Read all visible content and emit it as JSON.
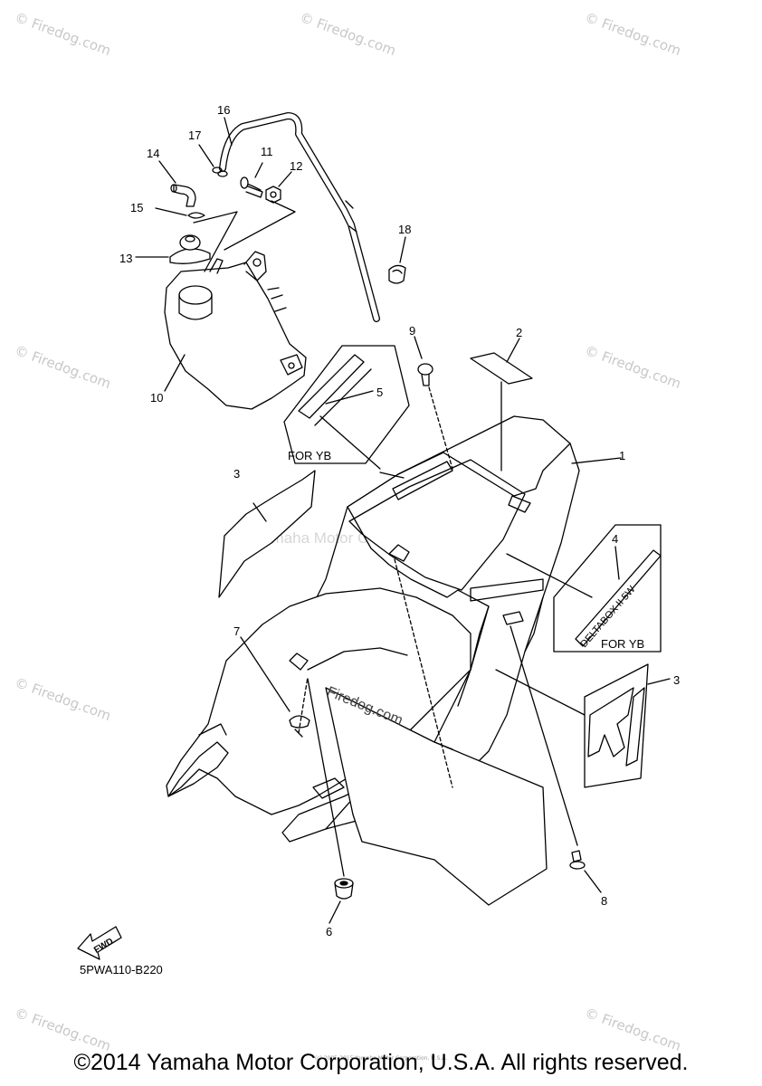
{
  "watermarks": {
    "text": "© Firedog.com",
    "count": 8
  },
  "callouts": {
    "c1": "1",
    "c2": "2",
    "c3a": "3",
    "c3b": "3",
    "c4": "4",
    "c5": "5",
    "c6": "6",
    "c7": "7",
    "c8": "8",
    "c9": "9",
    "c10": "10",
    "c11": "11",
    "c12": "12",
    "c13": "13",
    "c14": "14",
    "c15": "15",
    "c16": "16",
    "c17": "17",
    "c18": "18"
  },
  "notes": {
    "for_yb_1": "FOR YB",
    "for_yb_2": "FOR YB",
    "fwd": "FWD"
  },
  "center_watermark": "Yamaha Motor Corp, U.S.A.",
  "site_watermark": "Firedog.com",
  "decal_text": "DELTABOX II 5W",
  "diagram_code": "5PWA110-B220",
  "footer": {
    "fine_print": "(c) 2005-2015 Yamaha Motor Corporation, U.S.A.",
    "copyright": "©2014 Yamaha Motor Corporation, U.S.A. All rights reserved."
  }
}
